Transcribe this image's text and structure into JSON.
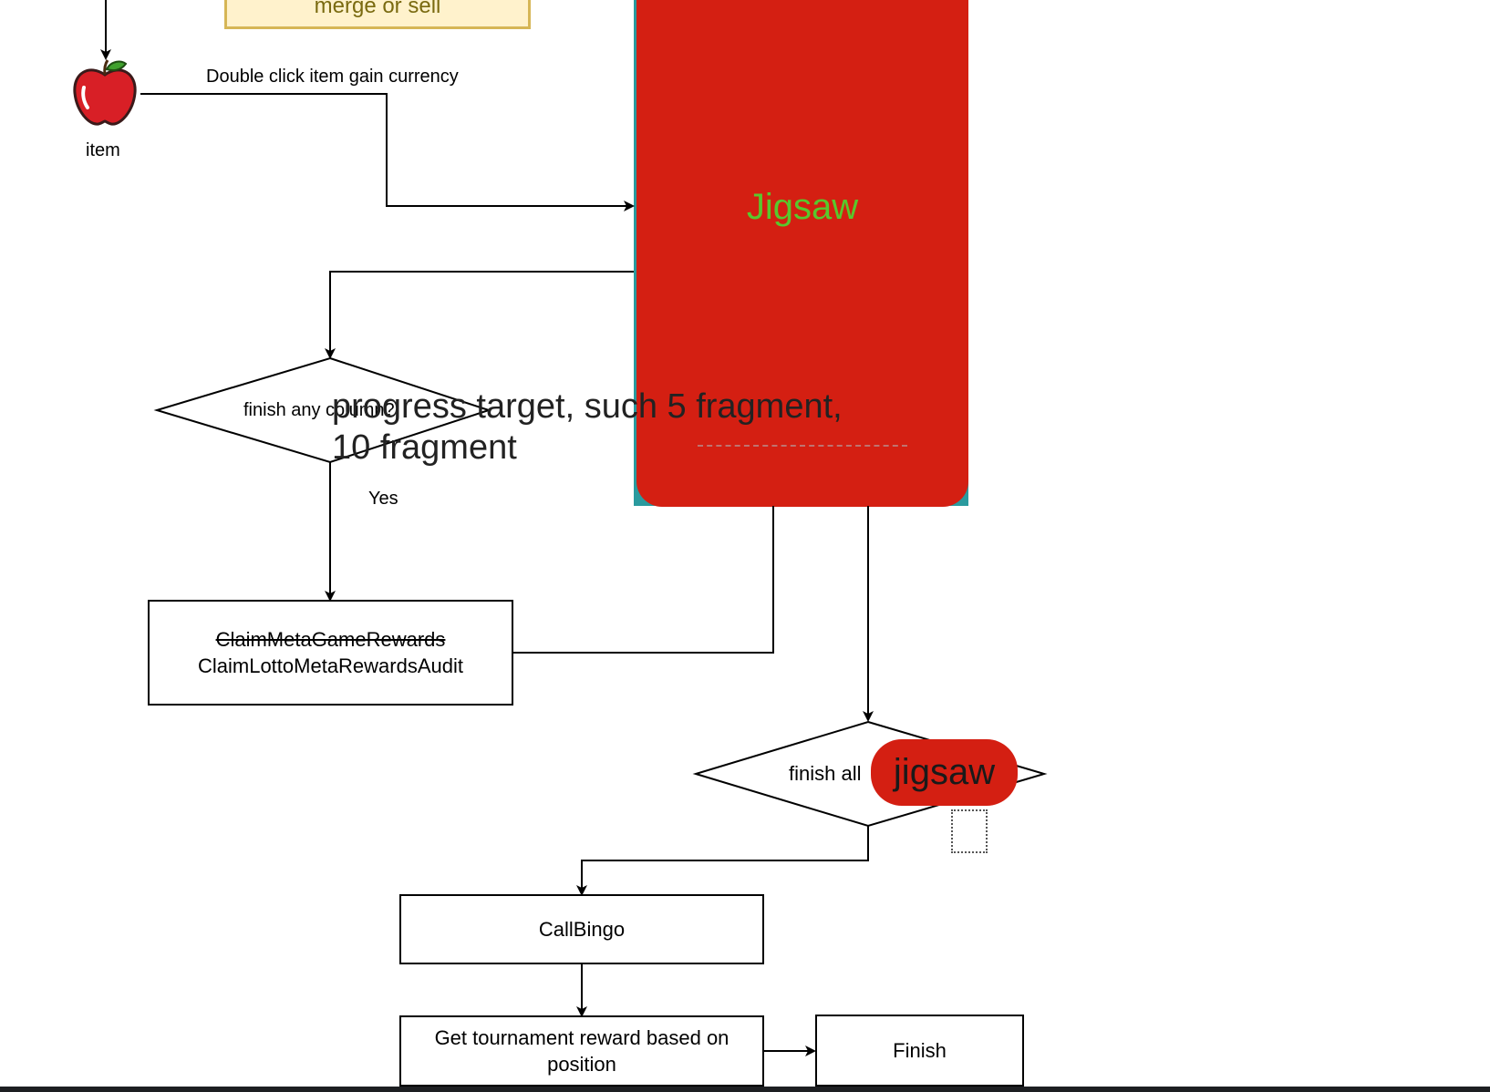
{
  "merge_box": {
    "label": "merge or sell"
  },
  "item": {
    "label": "item"
  },
  "edge_labels": {
    "double_click": "Double click item gain currency",
    "yes": "Yes"
  },
  "jigsaw_panel": {
    "title": "Jigsaw"
  },
  "decision_column": {
    "label": "finish any column?"
  },
  "progress_note": {
    "line1": "progress target, such 5 fragment,",
    "line2": "10 fragment"
  },
  "claim_box": {
    "line1": "ClaimMetaGameRewards",
    "line2": "ClaimLottoMetaRewardsAudit"
  },
  "decision_all": {
    "label": "finish all"
  },
  "jigsaw_pill": {
    "label": "jigsaw"
  },
  "call_bingo": {
    "label": "CallBingo"
  },
  "tournament": {
    "label": "Get tournament reward based on position"
  },
  "finish": {
    "label": "Finish"
  },
  "colors": {
    "panel_red": "#d41f12",
    "jigsaw_green": "#58c82d",
    "merge_fill": "#fff2cc",
    "merge_border": "#d6b656",
    "frame_teal": "#2a9a9e"
  }
}
